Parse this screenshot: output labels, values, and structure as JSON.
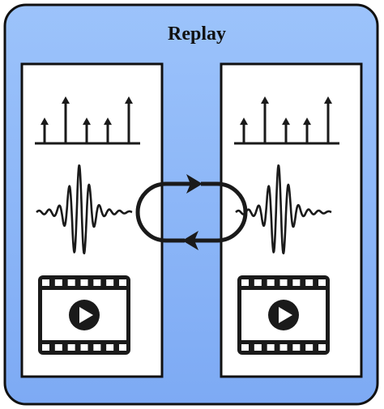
{
  "diagram": {
    "title": "Replay",
    "colors": {
      "frame_fill": "#8fb8f8",
      "frame_stroke": "#111111",
      "panel_fill": "#ffffff",
      "ink": "#1a1a1a"
    },
    "panels": [
      {
        "id": "left",
        "icons": [
          "impulse-chart-icon",
          "waveform-icon",
          "video-player-icon"
        ],
        "impulse_heights": [
          0.55,
          1.0,
          0.55,
          0.55,
          1.0
        ]
      },
      {
        "id": "right",
        "icons": [
          "impulse-chart-icon",
          "waveform-icon",
          "video-player-icon"
        ],
        "impulse_heights": [
          0.55,
          1.0,
          0.55,
          0.55,
          1.0
        ]
      }
    ],
    "connector": {
      "icon": "exchange-arrows-icon"
    }
  }
}
